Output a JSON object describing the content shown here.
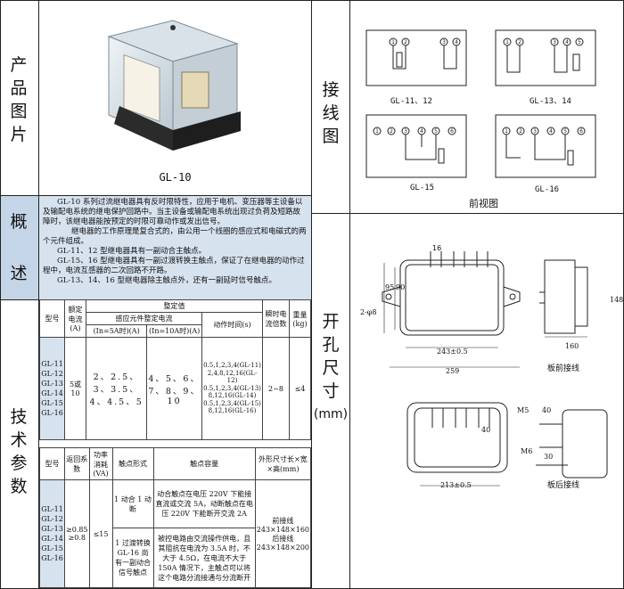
{
  "left": {
    "product_image_title": "产品图片",
    "product_model": "GL-10",
    "overview_title": "概述",
    "overview_char1": "概",
    "overview_char2": "述",
    "overview_text_1": "GL-10 系列过流继电器具有反时限特性，应用于电机、变压器等主设备以及输配电系统的继电保护回路中。当主设备或输配电系统出现过负荷及短路故障时，该继电器能按预定的时限可靠动作或发出信号。",
    "overview_text_2": "继电器的工作原理是复合式的，由公用一个线圈的感应式和电磁式的两个元件组成。",
    "overview_text_3": "GL-11、12 型继电器具有一副动合主触点。",
    "overview_text_4": "GL-15、16 型继电器具有一副过渡转换主触点，保证了在继电器的动作过程中，电流互感器的二次回路不开路。",
    "overview_text_5": "GL-13、14、16 型继电器除主触点外，还有一副延时信号触点。",
    "tech_char1": "技",
    "tech_char2": "术",
    "tech_char3": "参",
    "tech_char4": "数"
  },
  "table1": {
    "h_model": "型号",
    "h_rated_current": "额定电流(A)",
    "h_setting": "整定值",
    "h_induction_setting": "感应元件整定电流",
    "h_in5": "(In=5A时)(A)",
    "h_in10": "(In=10A时)(A)",
    "h_action_time": "动作时间(s)",
    "h_instant_multiple": "瞬时电流倍数",
    "h_weight": "重量(kg)",
    "models": [
      "GL-11",
      "GL-12",
      "GL-13",
      "GL-14",
      "GL-15",
      "GL-16"
    ],
    "rated_current": "5或10",
    "in5_values": "2、2.5、3、3.5、4、4.5、5",
    "in10_values": "4、5、6、7、8、9、10",
    "action_times": [
      "0.5,1,2,3,4(GL-11)",
      "2,4,8,12,16(GL-12)",
      "0.5,1,2,3,4(GL-13)",
      "8,12,16(GL-14)",
      "0.5,1,2,3,4(GL-15)",
      "8,12,16(GL-16)"
    ],
    "instant_multiple": "2~8",
    "weight": "≤4"
  },
  "table2": {
    "h_model": "型号",
    "h_return_coeff": "返回系数",
    "h_power": "功率消耗(VA)",
    "h_contact_form": "触点形式",
    "h_contact_capacity": "触点容量",
    "h_dimensions": "外形尺寸长×宽×高(mm)",
    "models": [
      "GL-11",
      "GL-12",
      "GL-13",
      "GL-14",
      "GL-15",
      "GL-16"
    ],
    "return_coeff": "≥0.85 ≥0.8",
    "power": "≤15",
    "contact_form_1": "1 动合 1 动断",
    "contact_form_2": "1 过渡转换 GL-16 尚有一副动合信号触点",
    "capacity_1": "动合触点在电压 220V 下能接直流或交流 5A，动断触点在电压 220V 下能断开交流 2A",
    "capacity_2": "被控电路由交流操作供电，且其阻抗在电流为 3.5A 时，不大于 4.5Ω，在电流不大于 150A 情况下，主触点可以将这个电路分流接通与分流断开",
    "dimensions": "前接线 243×148×160 后接线 243×148×200"
  },
  "right": {
    "wiring_title": "接线图",
    "wiring_char1": "接",
    "wiring_char2": "线",
    "wiring_char3": "图",
    "diagram_labels": [
      "GL-11、12",
      "GL-13、14",
      "GL-15",
      "GL-16"
    ],
    "front_view": "前视图",
    "cutout_char1": "开",
    "cutout_char2": "孔",
    "cutout_char3": "尺",
    "cutout_char4": "寸",
    "cutout_unit": "(mm)",
    "front_wiring": "板前接线",
    "rear_wiring": "板后接线",
    "dim_243": "243±0.5",
    "dim_259": "259",
    "dim_213": "213±0.5",
    "dim_95": "95",
    "dim_90": "90",
    "dim_148": "148",
    "dim_160": "160",
    "dim_16": "16",
    "dim_40": "40",
    "dim_30": "30",
    "dim_m5": "M5",
    "dim_m6": "M6",
    "dim_hole": "2-φ8"
  }
}
